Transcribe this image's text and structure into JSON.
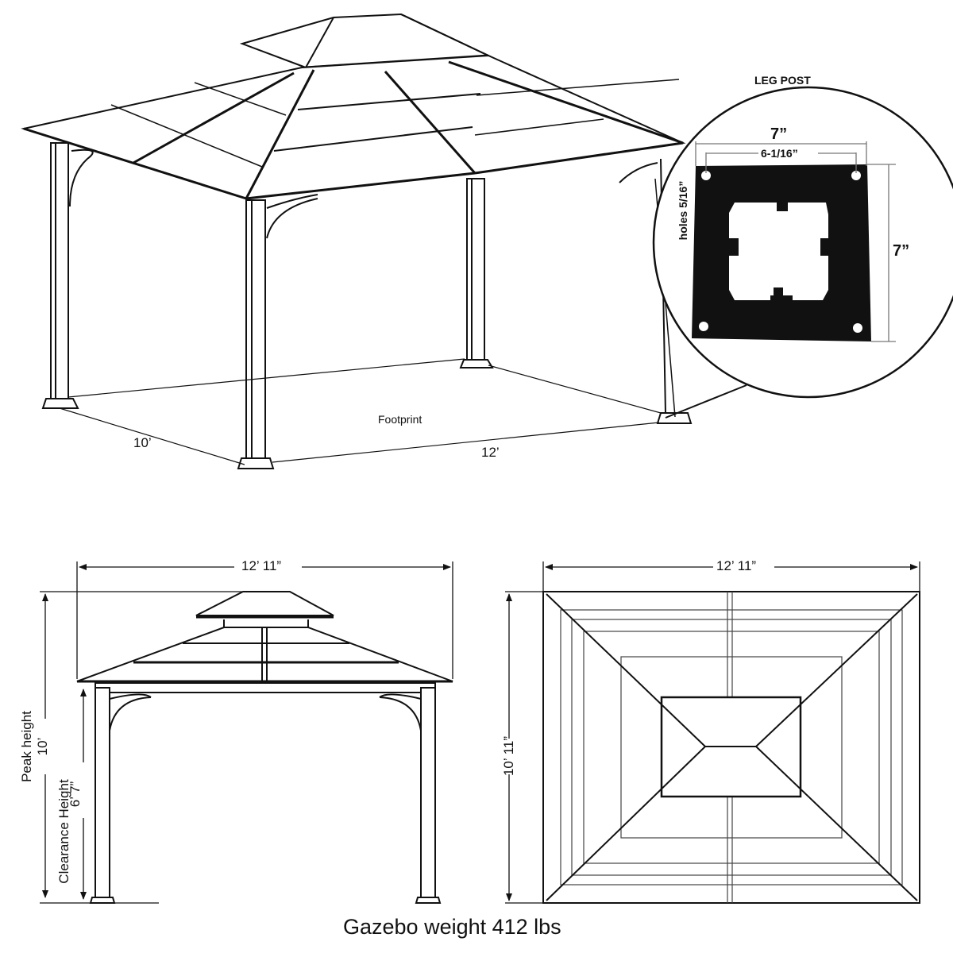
{
  "perspective_view": {
    "footprint_label": "Footprint",
    "depth_label": "10’",
    "width_label": "12’"
  },
  "leg_post_detail": {
    "title": "LEG POST",
    "outer_width": "7”",
    "hole_spacing": "6-1/16”",
    "outer_height": "7”",
    "hole_size": "holes 5/16”",
    "plate_color": "#111111"
  },
  "front_elevation": {
    "width_label": "12’ 11”",
    "peak_height_caption": "Peak height",
    "peak_height_value": "10’",
    "clearance_caption": "Clearance Height",
    "clearance_value": "6’ 7”"
  },
  "top_view": {
    "width_label": "12’ 11”",
    "depth_label": "10’ 11”"
  },
  "footer": {
    "weight_text": "Gazebo weight 412 lbs"
  }
}
